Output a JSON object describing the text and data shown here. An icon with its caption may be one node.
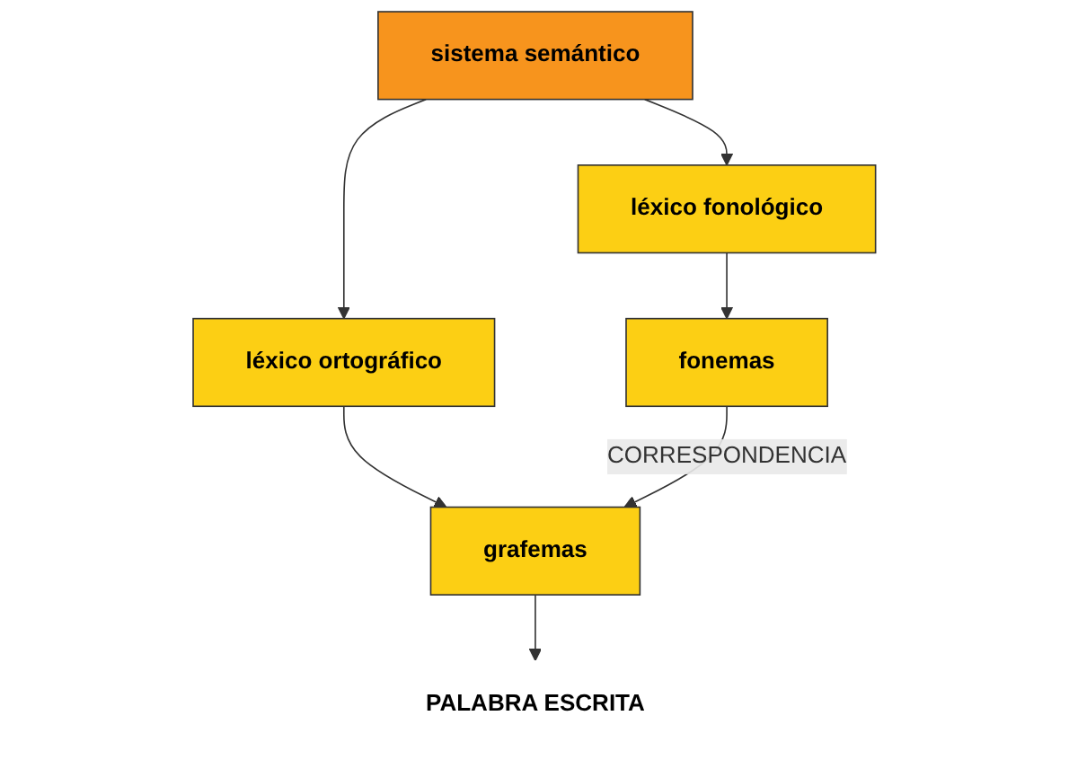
{
  "diagram": {
    "nodes": [
      {
        "text": [
          "sistema semántico"
        ]
      },
      {
        "text": [
          "léxico fonológico"
        ]
      },
      {
        "text": [
          "léxico ortográfico"
        ]
      },
      {
        "text": [
          "fonemas"
        ]
      },
      {
        "text": [
          "grafemas"
        ]
      },
      {
        "text": [
          "PALABRA ESCRITA"
        ]
      }
    ],
    "edges": [
      {
        "from": 0,
        "to": 1,
        "arrow": "to"
      },
      {
        "from": 0,
        "to": 2,
        "arrow": "to"
      },
      {
        "from": 1,
        "to": 3,
        "arrow": "to"
      },
      {
        "from": 2,
        "to": 4,
        "arrow": "to"
      },
      {
        "from": 3,
        "to": 4,
        "label": "CORRESPONDENCIA",
        "arrow": "to"
      },
      {
        "from": 4,
        "to": 5,
        "arrow": "to"
      }
    ]
  }
}
